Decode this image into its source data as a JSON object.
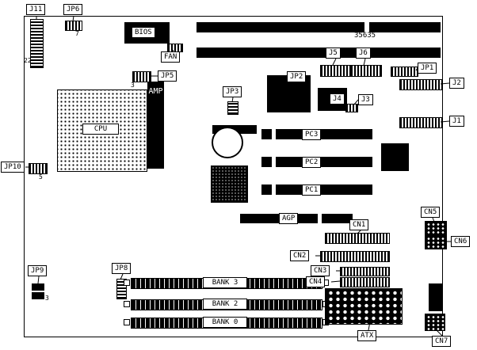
{
  "board": {
    "part_number": "35635",
    "callouts": {
      "j11": "J11",
      "jp6": "JP6",
      "fan": "FAN",
      "jp5": "JP5",
      "j5": "J5",
      "j6": "J6",
      "jp1": "JP1",
      "j2": "J2",
      "j1": "J1",
      "jp2": "JP2",
      "jp3": "JP3",
      "j4": "J4",
      "j3": "J3",
      "jp10": "JP10",
      "cn1": "CN1",
      "cn2": "CN2",
      "cn3": "CN3",
      "cn4": "CN4",
      "cn5": "CN5",
      "cn6": "CN6",
      "cn7": "CN7",
      "jp8": "JP8",
      "jp9": "JP9",
      "atx": "ATX"
    },
    "components": {
      "bios": "BIOS",
      "cpu": "CPU",
      "amp": "AMP",
      "pc3": "PC3",
      "pc2": "PC2",
      "pc1": "PC1",
      "agp": "AGP",
      "bank3": "BANK 3",
      "bank2": "BANK 2",
      "bank0": "BANK 0"
    },
    "pin_counts": {
      "j11": "22",
      "jp6": "7",
      "jp5": "3",
      "jp10": "5",
      "jp9": "3"
    },
    "colors": {
      "component": "#000000",
      "board_bg": "#ffffff",
      "label_border": "#000000"
    }
  }
}
